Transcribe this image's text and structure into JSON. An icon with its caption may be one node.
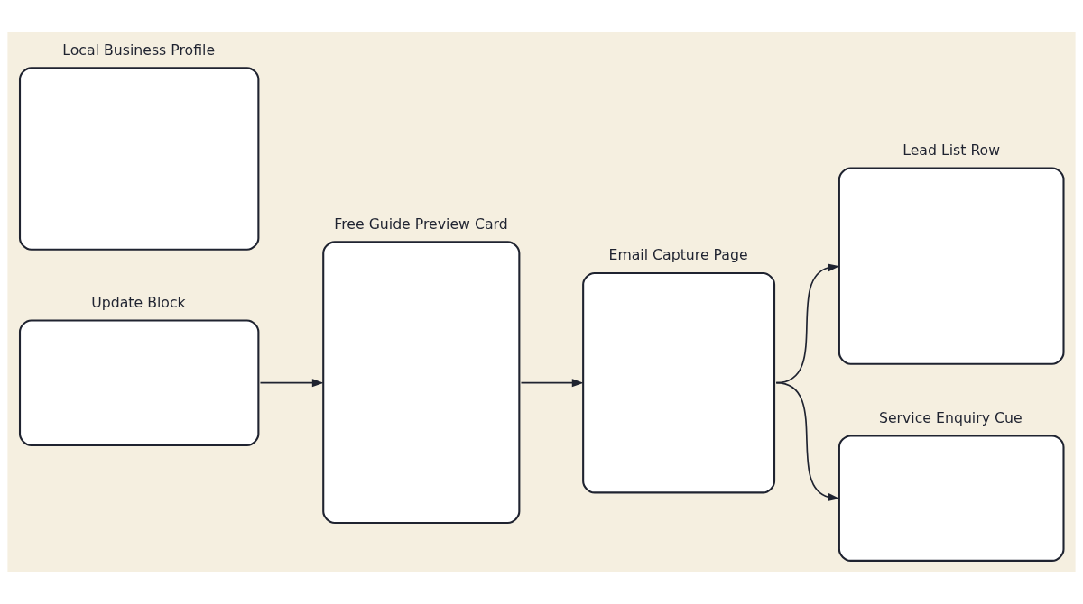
{
  "diagram": {
    "nodes": [
      {
        "text": [
          "Local Business Profile"
        ]
      },
      {
        "text": [
          "Update Block"
        ]
      },
      {
        "text": [
          "Free Guide Preview Card"
        ]
      },
      {
        "text": [
          "Email Capture Page"
        ]
      },
      {
        "text": [
          "Lead List Row"
        ]
      },
      {
        "text": [
          "Service Enquiry Cue"
        ]
      }
    ],
    "edges": [
      {
        "from": 1,
        "to": 2,
        "arrow": "to"
      },
      {
        "from": 2,
        "to": 3,
        "arrow": "to"
      },
      {
        "from": 3,
        "to": 4,
        "arrow": "to"
      },
      {
        "from": 3,
        "to": 5,
        "arrow": "to"
      }
    ]
  }
}
